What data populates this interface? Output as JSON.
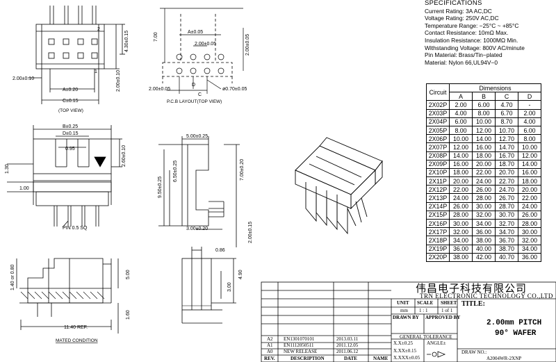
{
  "specifications": {
    "title": "SPECIFICATIONS",
    "lines": [
      "Current Rating: 3A AC,DC",
      "Voltage Rating: 250V AC,DC",
      "Temperature Range: −25°C ~ +85°C",
      "Contact Resistance: 10mΩ Max.",
      "Insulation Resistance: 1000MΩ Min.",
      "Withstanding Voltage: 800V AC/minute",
      "Pin Material: Brass/Tin−plated",
      "Material: Nylon 66,UL94V−0"
    ]
  },
  "dimension_table": {
    "col_circuit": "Circuit",
    "col_group": "Dimensions",
    "subcols": [
      "A",
      "B",
      "C",
      "D"
    ],
    "rows": [
      [
        "2X02P",
        "2.00",
        "6.00",
        "4.70",
        "-"
      ],
      [
        "2X03P",
        "4.00",
        "8.00",
        "6.70",
        "2.00"
      ],
      [
        "2X04P",
        "6.00",
        "10.00",
        "8.70",
        "4.00"
      ],
      [
        "2X05P",
        "8.00",
        "12.00",
        "10.70",
        "6.00"
      ],
      [
        "2X06P",
        "10.00",
        "14.00",
        "12.70",
        "8.00"
      ],
      [
        "2X07P",
        "12.00",
        "16.00",
        "14.70",
        "10.00"
      ],
      [
        "2X08P",
        "14.00",
        "18.00",
        "16.70",
        "12.00"
      ],
      [
        "2X09P",
        "16.00",
        "20.00",
        "18.70",
        "14.00"
      ],
      [
        "2X10P",
        "18.00",
        "22.00",
        "20.70",
        "16.00"
      ],
      [
        "2X11P",
        "20.00",
        "24.00",
        "22.70",
        "18.00"
      ],
      [
        "2X12P",
        "22.00",
        "26.00",
        "24.70",
        "20.00"
      ],
      [
        "2X13P",
        "24.00",
        "28.00",
        "26.70",
        "22.00"
      ],
      [
        "2X14P",
        "26.00",
        "30.00",
        "28.70",
        "24.00"
      ],
      [
        "2X15P",
        "28.00",
        "32.00",
        "30.70",
        "26.00"
      ],
      [
        "2X16P",
        "30.00",
        "34.00",
        "32.70",
        "28.00"
      ],
      [
        "2X17P",
        "32.00",
        "36.00",
        "34.70",
        "30.00"
      ],
      [
        "2X18P",
        "34.00",
        "38.00",
        "36.70",
        "32.00"
      ],
      [
        "2X19P",
        "36.00",
        "40.00",
        "38.70",
        "34.00"
      ],
      [
        "2X20P",
        "38.00",
        "42.00",
        "40.70",
        "36.00"
      ]
    ]
  },
  "views": {
    "top_view": "TOP VIEW",
    "pcb_layout": "P.C.B LAYOUT(TOP VIEW)",
    "mated_condition": "MATED CONDITION"
  },
  "dims": {
    "top_pin2": "2",
    "top_pin1": "1",
    "top_2": "2.00±0.10",
    "top_a": "A±0.20",
    "top_c": "C±0.15",
    "top_430": "4.30±0.15",
    "top_200b": "2.00±0.10",
    "pcb_700": "7.00",
    "pcb_a": "A±0.05",
    "pcb_200a": "2.00±0.05",
    "pcb_200b": "2.00±0.05",
    "pcb_d": "D",
    "pcb_c": "C",
    "pcb_hole": "ø0.70±0.05",
    "pcb_200c": "2.00±0.05",
    "fr_b": "B±0.25",
    "fr_d": "D±0.15",
    "fr_095": "0.95",
    "fr_260": "2.60±0.10",
    "fr_130": "1.30",
    "fr_100": "1.00",
    "fr_pin": "PIN 0.5 SQ",
    "sd_500": "5.00±0.25",
    "sd_650": "6.50±0.25",
    "sd_950": "9.50±0.25",
    "sd_700": "7.00±0.20",
    "sd_300": "3.00±0.20",
    "sd_200": "2.00±0.15",
    "mt_086": "0.86",
    "mt_300": "3.00",
    "mt_490": "4.90",
    "mc_140": "1.40 or 0.80",
    "mc_500": "5.00",
    "mc_160": "1.60",
    "mc_1140": "11.40 REF."
  },
  "title_block": {
    "company_cn": "伟昌电子科技有限公司",
    "company_en": "TRN ELECTRONIC TECHNOLOGY CO.,LTD",
    "unit": "UNIT",
    "scale": "SCALE",
    "sheet": "SHEET",
    "unit_val": "mm",
    "scale_val": "1 : 1",
    "sheet_val": "1 of 1",
    "title_lbl": "TITLE:",
    "drawn_by": "DRAWN BY",
    "approved_by": "APPROVED BY",
    "title_line1": "2.00mm PITCH",
    "title_line2": "90° WAFER",
    "general_tol": "GENERAL TOLERANCE",
    "tol1": "X.X±0.25",
    "tol2": "X.XX±0.15",
    "tol3": "X.XXX±0.05",
    "angle": "ANGLE±",
    "draw_no_lbl": "DRAW NO.:",
    "draw_no": "A2004WR-2XNP",
    "revs": [
      {
        "rev": "A2",
        "desc": "EN1301070101",
        "date": "2013.03.11",
        "name": ""
      },
      {
        "rev": "A1",
        "desc": "EN1112050511",
        "date": "2011.12.05",
        "name": ""
      },
      {
        "rev": "A0",
        "desc": "NEW RELEASE",
        "date": "2011.06.12",
        "name": ""
      }
    ],
    "hdr_rev": "REV.",
    "hdr_desc": "DESCRIPTION",
    "hdr_date": "DATE",
    "hdr_name": "NAME"
  }
}
